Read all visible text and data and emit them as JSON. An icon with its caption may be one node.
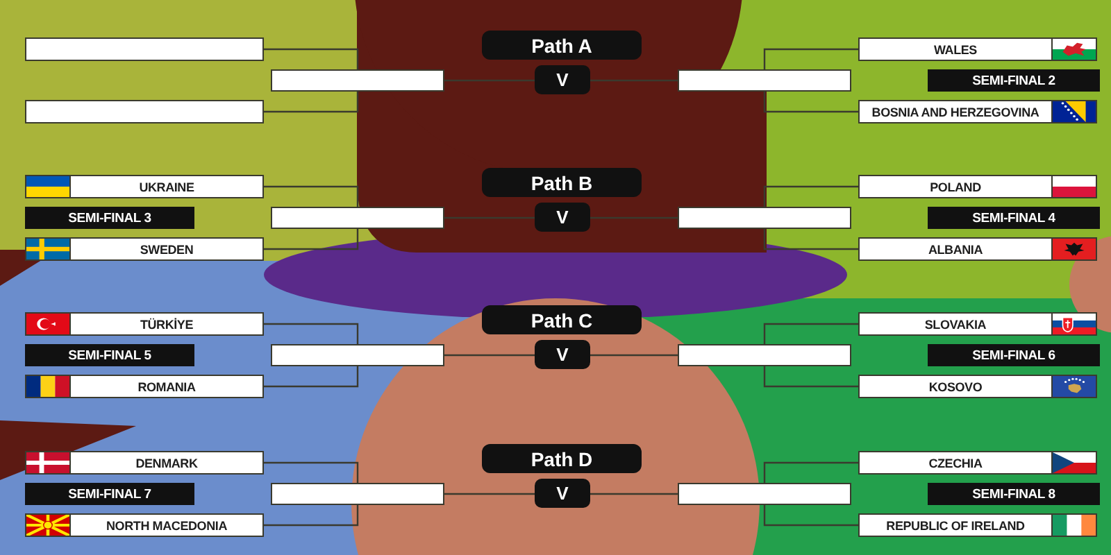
{
  "diagram": {
    "nodes": [
      {
        "text": [],
        "shape": "box"
      },
      {
        "text": [],
        "shape": "box"
      },
      {
        "text": [],
        "shape": "box"
      },
      {
        "text": [
          "Path A"
        ]
      },
      {
        "text": [
          "V"
        ]
      },
      {
        "text": [],
        "shape": "box"
      },
      {
        "text": [
          "WALES"
        ]
      },
      {
        "text": [
          "SEMI-FINAL 2"
        ]
      },
      {
        "text": [
          "BOSNIA AND HERZEGOVINA"
        ]
      },
      {
        "text": [
          "UKRAINE"
        ]
      },
      {
        "text": [
          "SEMI-FINAL 3"
        ]
      },
      {
        "text": [
          "SWEDEN"
        ]
      },
      {
        "text": [],
        "shape": "box"
      },
      {
        "text": [
          "Path B"
        ]
      },
      {
        "text": [
          "V"
        ]
      },
      {
        "text": [],
        "shape": "box"
      },
      {
        "text": [
          "POLAND"
        ]
      },
      {
        "text": [
          "SEMI-FINAL 4"
        ]
      },
      {
        "text": [
          "ALBANIA"
        ]
      },
      {
        "text": [
          "TÜRKİYE"
        ]
      },
      {
        "text": [
          "SEMI-FINAL 5"
        ]
      },
      {
        "text": [
          "ROMANIA"
        ]
      },
      {
        "text": [],
        "shape": "box"
      },
      {
        "text": [
          "Path C"
        ]
      },
      {
        "text": [
          "V"
        ]
      },
      {
        "text": [],
        "shape": "box"
      },
      {
        "text": [
          "SLOVAKIA"
        ]
      },
      {
        "text": [
          "SEMI-FINAL 6"
        ]
      },
      {
        "text": [
          "KOSOVO"
        ]
      },
      {
        "text": [
          "DENMARK"
        ]
      },
      {
        "text": [
          "SEMI-FINAL 7"
        ]
      },
      {
        "text": [
          "NORTH MACEDONIA"
        ]
      },
      {
        "text": [],
        "shape": "box"
      },
      {
        "text": [
          "Path D"
        ]
      },
      {
        "text": [
          "V"
        ]
      },
      {
        "text": [],
        "shape": "box"
      },
      {
        "text": [
          "CZECHIA"
        ]
      },
      {
        "text": [
          "SEMI-FINAL 8"
        ]
      },
      {
        "text": [
          "REPUBLIC OF IRELAND"
        ]
      }
    ],
    "edges": [
      {
        "from": 0,
        "to": 2,
        "arrow": "none"
      },
      {
        "from": 1,
        "to": 2,
        "arrow": "none"
      },
      {
        "from": 2,
        "to": 4,
        "arrow": "none"
      },
      {
        "from": 5,
        "to": 4,
        "arrow": "none"
      },
      {
        "from": 6,
        "to": 5,
        "arrow": "none"
      },
      {
        "from": 8,
        "to": 5,
        "arrow": "none"
      },
      {
        "from": 9,
        "to": 12,
        "arrow": "none"
      },
      {
        "from": 11,
        "to": 12,
        "arrow": "none"
      },
      {
        "from": 12,
        "to": 14,
        "arrow": "none"
      },
      {
        "from": 15,
        "to": 14,
        "arrow": "none"
      },
      {
        "from": 16,
        "to": 15,
        "arrow": "none"
      },
      {
        "from": 18,
        "to": 15,
        "arrow": "none"
      },
      {
        "from": 19,
        "to": 22,
        "arrow": "none"
      },
      {
        "from": 21,
        "to": 22,
        "arrow": "none"
      },
      {
        "from": 22,
        "to": 24,
        "arrow": "none"
      },
      {
        "from": 25,
        "to": 24,
        "arrow": "none"
      },
      {
        "from": 26,
        "to": 25,
        "arrow": "none"
      },
      {
        "from": 28,
        "to": 25,
        "arrow": "none"
      },
      {
        "from": 29,
        "to": 32,
        "arrow": "none"
      },
      {
        "from": 31,
        "to": 32,
        "arrow": "none"
      },
      {
        "from": 32,
        "to": 34,
        "arrow": "none"
      },
      {
        "from": 35,
        "to": 34,
        "arrow": "none"
      },
      {
        "from": 36,
        "to": 35,
        "arrow": "none"
      },
      {
        "from": 38,
        "to": 35,
        "arrow": "none"
      }
    ]
  }
}
